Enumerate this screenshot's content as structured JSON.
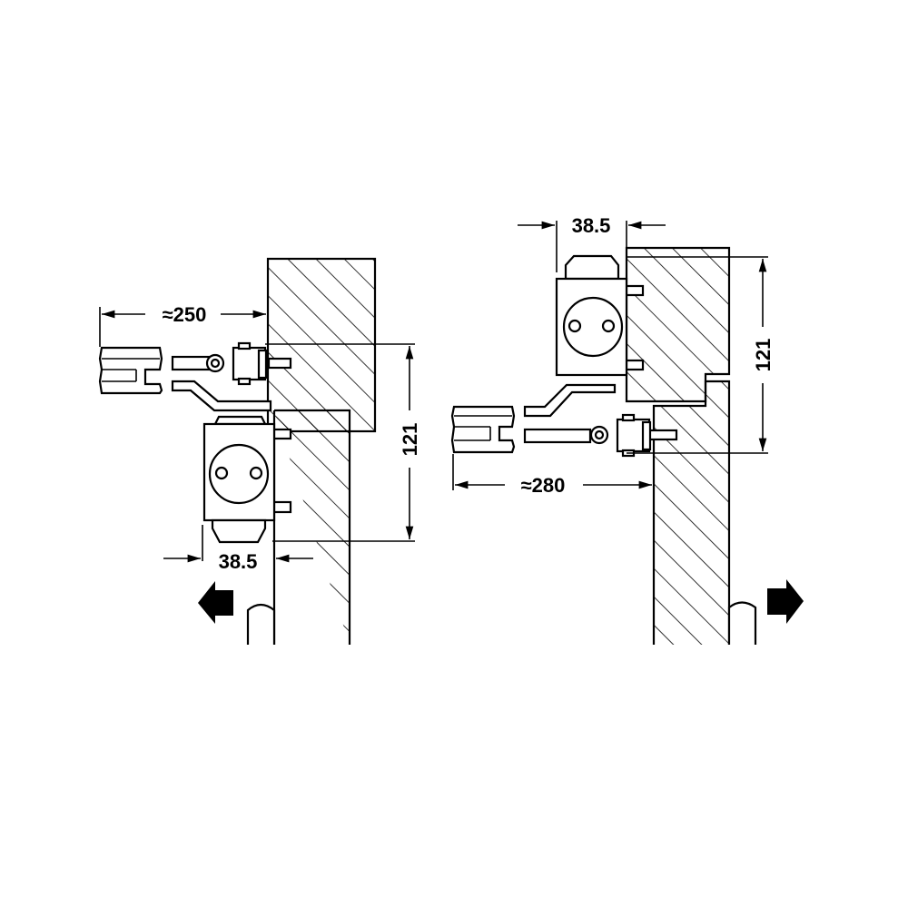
{
  "left_view": {
    "arm_length_label": "≈250",
    "height_label": "121",
    "body_depth_label": "38.5",
    "direction_icon": "arrow-left",
    "colors": {
      "line": "#000000",
      "background": "#ffffff"
    }
  },
  "right_view": {
    "arm_length_label": "≈280",
    "height_label": "121",
    "body_depth_label": "38.5",
    "direction_icon": "arrow-right"
  }
}
